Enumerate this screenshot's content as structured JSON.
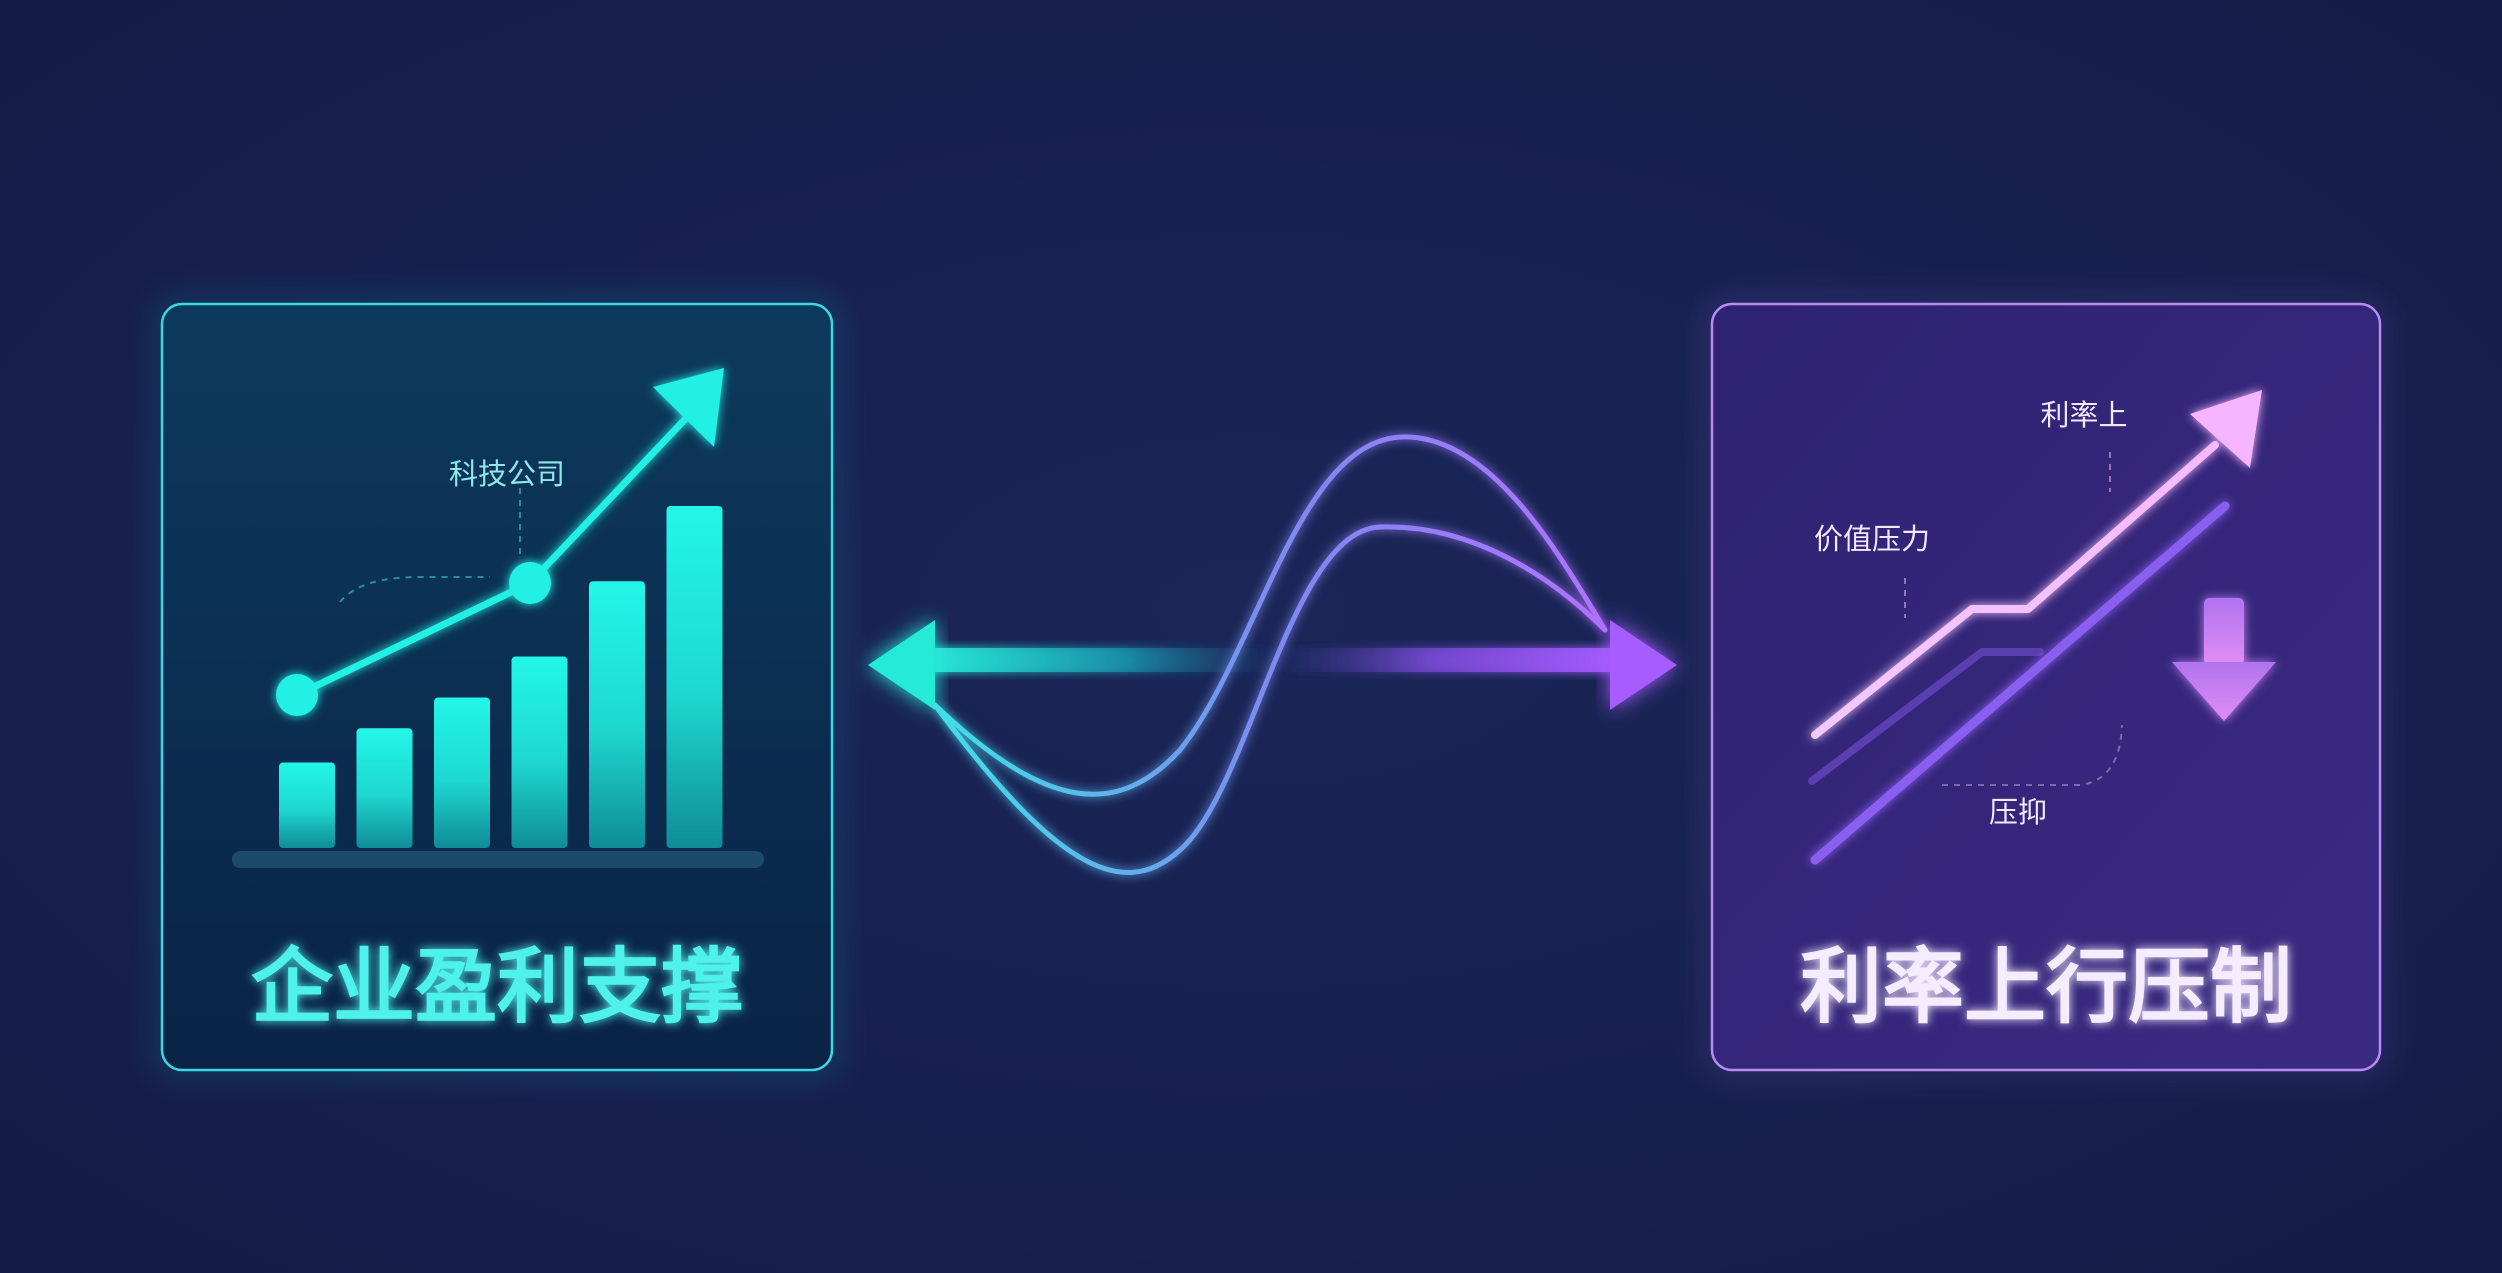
{
  "left_panel": {
    "title": "企业盈利支撑",
    "annotation": "科技公司",
    "bar_levels": [
      0.25,
      0.35,
      0.44,
      0.56,
      0.78,
      1.0
    ],
    "accent_color": "#1ff0e0",
    "arrow_icon": "trend-up-arrow"
  },
  "right_panel": {
    "title": "利率上行压制",
    "annotation_top": "利率上",
    "annotation_mid": "价值压力",
    "annotation_bottom": "压抑",
    "accent_color": "#c183ff",
    "arrow_icon": "trend-up-arrow",
    "down_icon": "down-arrow"
  },
  "connector": {
    "arrow_icon": "double-headed-arrow",
    "wave_icon": "intertwined-waves",
    "left_color": "#26e3d6",
    "right_color": "#a259ff"
  }
}
